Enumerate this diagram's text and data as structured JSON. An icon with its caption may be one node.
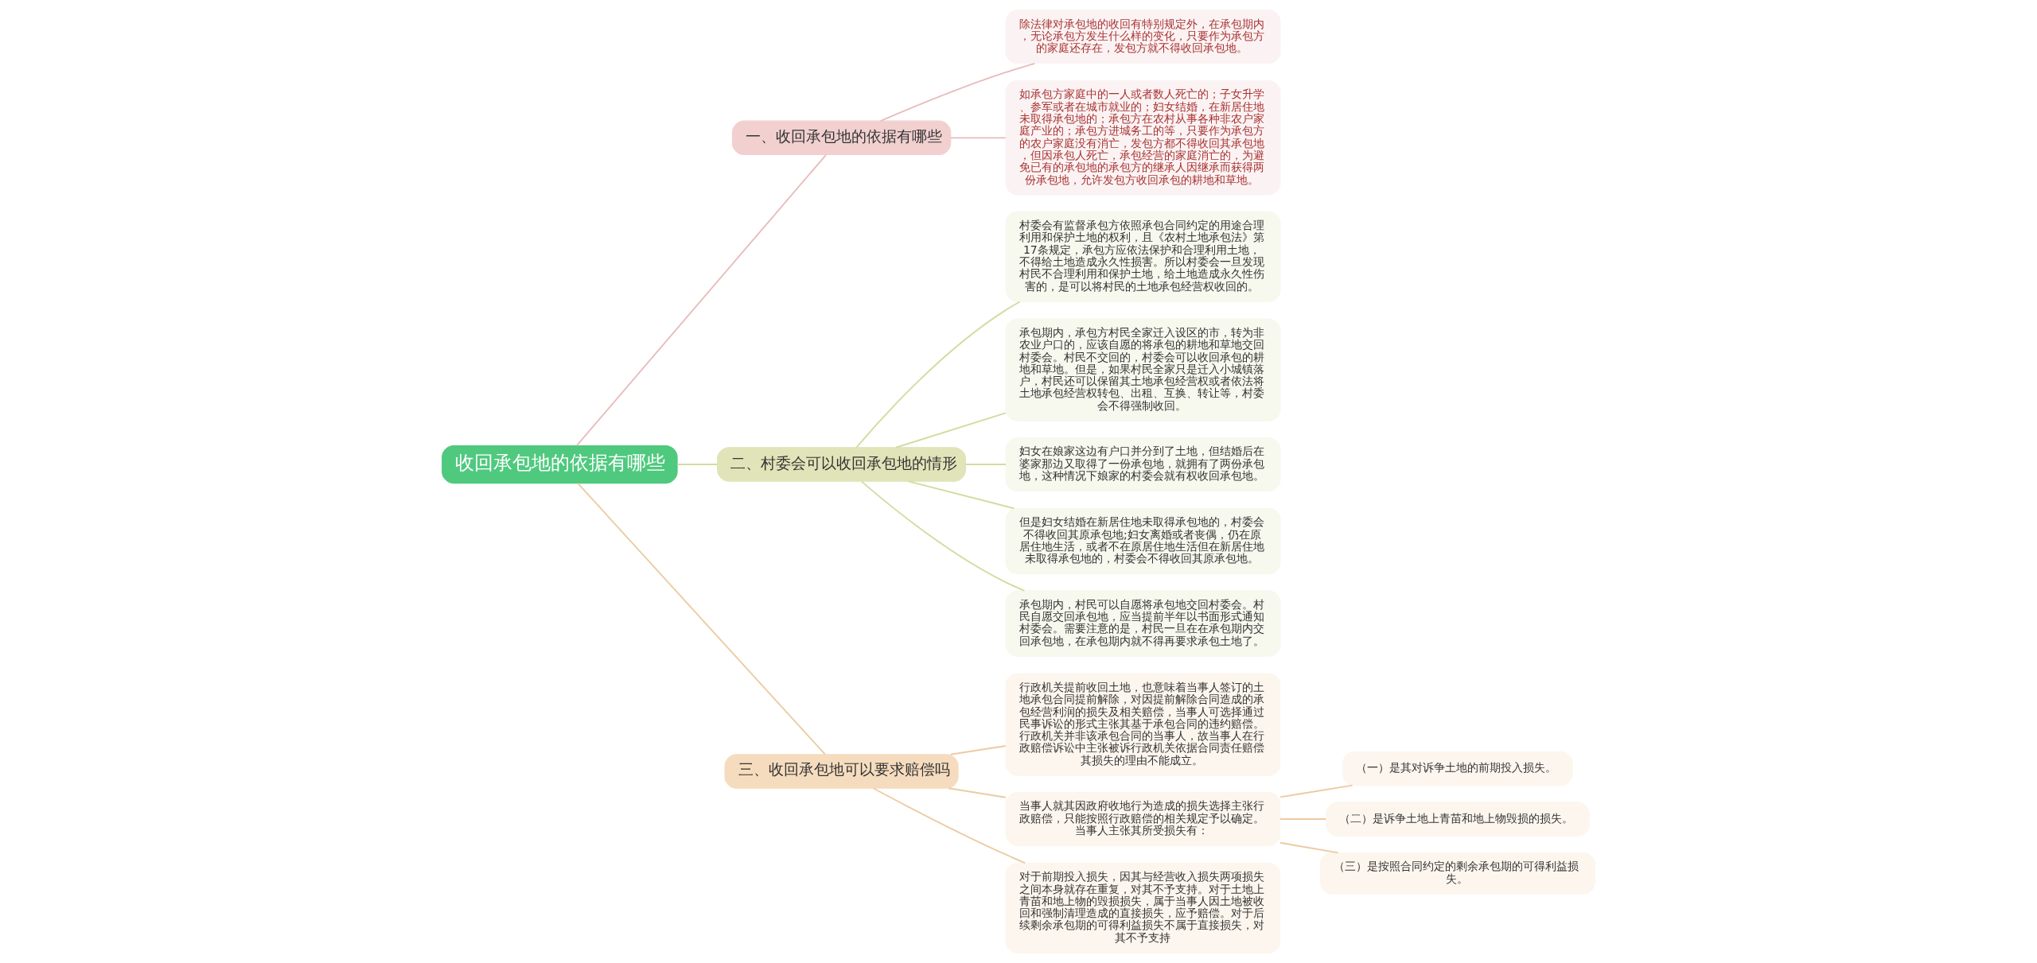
{
  "diagram": {
    "nodes": [
      {
        "text": [
          "收回承包地的依据有哪些"
        ]
      },
      {
        "text": [
          "一、收回承包地的依据有哪些"
        ]
      },
      {
        "text": [
          "除法律对承包地的收回有特别规定外，在承包期内，无论承包方发生什么样的变化，只要作为承包方的家庭还存在，发包方就不得收回承包地。"
        ]
      },
      {
        "text": [
          "如承包方家庭中的一人或者数人死亡的；子女升学、参军或者在城市就业的；妇女结婚，在新居住地未取得承包地的；承包方在农村从事各种非农户家庭产业的；承包方进城务工的等，只要作为承包方的农户家庭没有消亡，发包方都不得收回其承包地，但因承包人死亡，承包经营的家庭消亡的，为避免已有的承包地的承包方的继承人因继承而获得两份承包地，允许发包方收回承包的耕地和草地。"
        ]
      },
      {
        "text": [
          "二、村委会可以收回承包地的情形"
        ]
      },
      {
        "text": [
          "村委会有监督承包方依照承包合同约定的用途合理利用和保护土地的权利，且《农村土地承包法》第17条规定，承包方应依法保护和合理利用土地，不得给土地造成永久性损害。所以村委会一旦发现村民不合理利用和保护土地，给土地造成永久性伤害的，是可以将村民的土地承包经营权收回的。"
        ]
      },
      {
        "text": [
          "承包期内，承包方村民全家迁入设区的市，转为非农业户口的，应该自愿的将承包的耕地和草地交回村委会。村民不交回的，村委会可以收回承包的耕地和草地。但是，如果村民全家只是迁入小城镇落户，村民还可以保留其土地承包经营权或者依法将土地承包经营权转包、出租、互换、转让等，村委会不得强制收回。"
        ]
      },
      {
        "text": [
          "妇女在娘家这边有户口并分到了土地，但结婚后在婆家那边又取得了一份承包地，就拥有了两份承包地，这种情况下娘家的村委会就有权收回承包地。"
        ]
      },
      {
        "text": [
          "但是妇女结婚在新居住地未取得承包地的，村委会不得收回其原承包地;妇女离婚或者丧偶，仍在原居住地生活，或者不在原居住地生活但在新居住地未取得承包地的，村委会不得收回其原承包地。"
        ]
      },
      {
        "text": [
          "承包期内，村民可以自愿将承包地交回村委会。村民自愿交回承包地，应当提前半年以书面形式通知村委会。需要注意的是，村民一旦在在承包期内交回承包地，在承包期内就不得再要求承包土地了。"
        ]
      },
      {
        "text": [
          "三、收回承包地可以要求赔偿吗"
        ]
      },
      {
        "text": [
          "行政机关提前收回土地，也意味着当事人签订的土地承包合同提前解除，对因提前解除合同造成的承包经营利润的损失及相关赔偿，当事人可选择通过民事诉讼的形式主张其基于承包合同的违约赔偿。行政机关并非该承包合同的当事人，故当事人在行政赔偿诉讼中主张被诉行政机关依据合同责任赔偿其损失的理由不能成立。"
        ]
      },
      {
        "text": [
          "当事人就其因政府收地行为造成的损失选择主张行政赔偿，只能按照行政赔偿的相关规定予以确定。当事人主张其所受损失有："
        ]
      },
      {
        "text": [
          "（一）是其对诉争土地的前期投入损失。"
        ]
      },
      {
        "text": [
          "（二）是诉争土地上青苗和地上物毁损的损失。"
        ]
      },
      {
        "text": [
          "（三）是按照合同约定的剩余承包期的可得利益损失。"
        ]
      },
      {
        "text": [
          "对于前期投入损失，因其与经营收入损失两项损失之间本身就存在重复，对其不予支持。对于土地上青苗和地上物的毁损损失，属于当事人因土地被收回和强制清理造成的直接损失，应予赔偿。对于后续剩余承包期的可得利益损失不属于直接损失，对其不予支持"
        ]
      }
    ],
    "edges": [
      {
        "from": 0,
        "to": 1,
        "arrow": "none",
        "color": "#e8bcbc"
      },
      {
        "from": 1,
        "to": 2,
        "arrow": "none",
        "color": "#e8bcbc"
      },
      {
        "from": 1,
        "to": 3,
        "arrow": "none",
        "color": "#e8bcbc"
      },
      {
        "from": 0,
        "to": 4,
        "arrow": "none",
        "color": "#d3dba0"
      },
      {
        "from": 4,
        "to": 5,
        "arrow": "none",
        "color": "#d3dba0"
      },
      {
        "from": 4,
        "to": 6,
        "arrow": "none",
        "color": "#d3dba0"
      },
      {
        "from": 4,
        "to": 7,
        "arrow": "none",
        "color": "#d3dba0"
      },
      {
        "from": 4,
        "to": 8,
        "arrow": "none",
        "color": "#d3dba0"
      },
      {
        "from": 4,
        "to": 9,
        "arrow": "none",
        "color": "#d3dba0"
      },
      {
        "from": 0,
        "to": 10,
        "arrow": "none",
        "color": "#eccba3"
      },
      {
        "from": 10,
        "to": 11,
        "arrow": "none",
        "color": "#eccba3"
      },
      {
        "from": 10,
        "to": 12,
        "arrow": "none",
        "color": "#eccba3"
      },
      {
        "from": 12,
        "to": 13,
        "arrow": "none",
        "color": "#eccba3"
      },
      {
        "from": 12,
        "to": 14,
        "arrow": "none",
        "color": "#eccba3"
      },
      {
        "from": 12,
        "to": 15,
        "arrow": "none",
        "color": "#eccba3"
      },
      {
        "from": 10,
        "to": 16,
        "arrow": "none",
        "color": "#eccba3"
      }
    ]
  }
}
